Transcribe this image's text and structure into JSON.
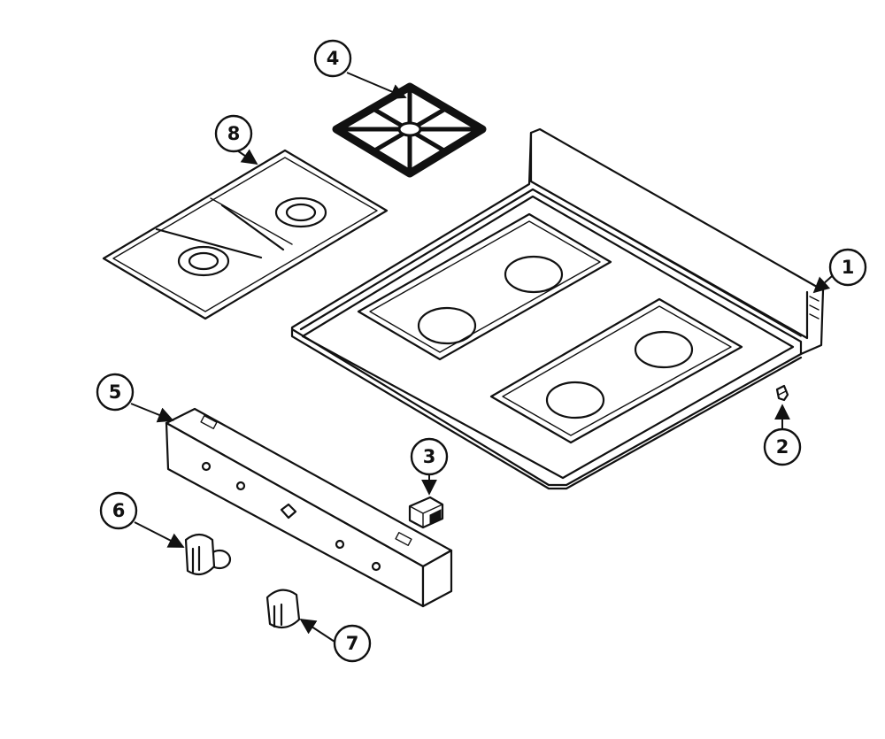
{
  "callouts": [
    {
      "id": "1",
      "label": "1",
      "part": "cooktop"
    },
    {
      "id": "2",
      "label": "2",
      "part": "clip"
    },
    {
      "id": "3",
      "label": "3",
      "part": "switch"
    },
    {
      "id": "4",
      "label": "4",
      "part": "grate"
    },
    {
      "id": "5",
      "label": "5",
      "part": "control-panel"
    },
    {
      "id": "6",
      "label": "6",
      "part": "knob"
    },
    {
      "id": "7",
      "label": "7",
      "part": "knob"
    },
    {
      "id": "8",
      "label": "8",
      "part": "burner-tray"
    }
  ],
  "colors": {
    "line": "#111111",
    "background": "#ffffff"
  }
}
